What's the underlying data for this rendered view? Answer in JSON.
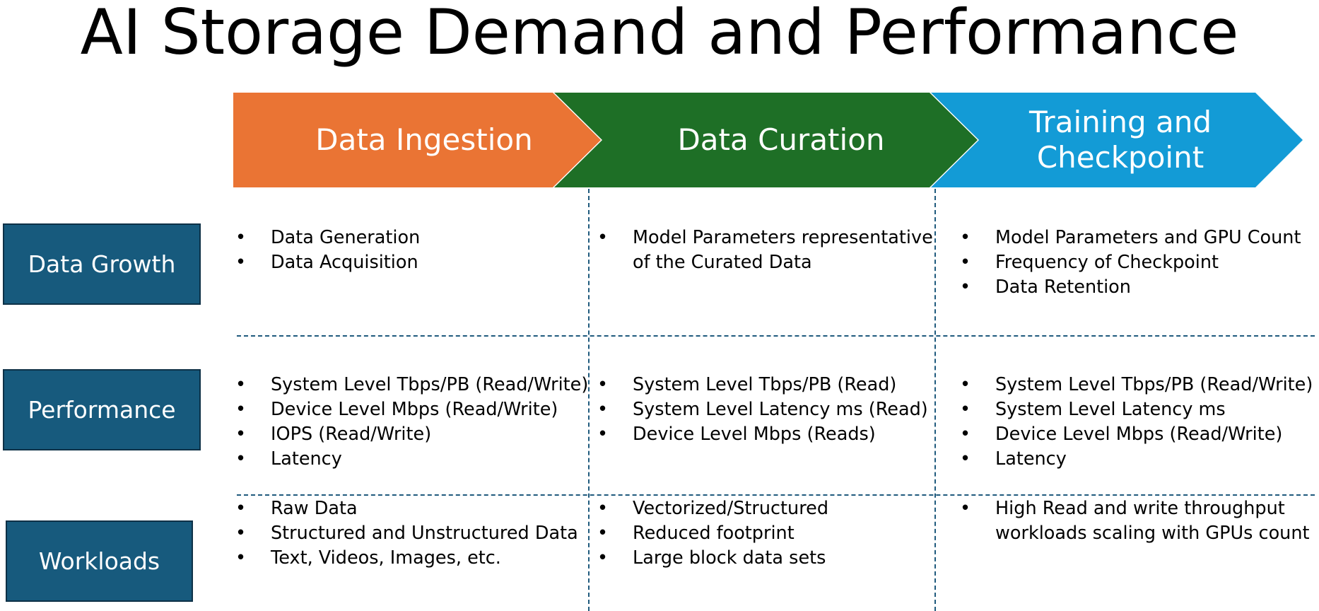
{
  "title": "AI Storage Demand and Performance",
  "colors": {
    "ingestion": "#ea7434",
    "curation": "#1e6f26",
    "training": "#139bd6",
    "row_label": "#175a7d",
    "divider": "#1f5a7d"
  },
  "stages": {
    "ingestion": "Data Ingestion",
    "curation": "Data Curation",
    "training_line1": "Training and",
    "training_line2": "Checkpoint"
  },
  "rows": {
    "growth": {
      "label": "Data Growth",
      "ingestion": [
        "Data Generation",
        "Data Acquisition"
      ],
      "curation": [
        "Model Parameters representative",
        "of the Curated Data"
      ],
      "training": [
        "Model Parameters and GPU Count",
        "Frequency of Checkpoint",
        "Data Retention"
      ]
    },
    "performance": {
      "label": "Performance",
      "ingestion": [
        "System Level  Tbps/PB (Read/Write)",
        "Device Level Mbps (Read/Write)",
        "IOPS (Read/Write)",
        "Latency"
      ],
      "curation": [
        "System Level Tbps/PB (Read)",
        "System Level Latency ms (Read)",
        "Device Level Mbps (Reads)"
      ],
      "training": [
        "System Level Tbps/PB (Read/Write)",
        "System Level Latency ms",
        "Device Level Mbps (Read/Write)",
        "Latency"
      ]
    },
    "workloads": {
      "label": "Workloads",
      "ingestion": [
        "Raw Data",
        "Structured and Unstructured Data",
        "Text, Videos, Images, etc."
      ],
      "curation": [
        "Vectorized/Structured",
        "Reduced footprint",
        "Large block data sets"
      ],
      "training": [
        "High Read and write throughput",
        "workloads scaling with GPUs count"
      ]
    }
  },
  "bullet": "•"
}
